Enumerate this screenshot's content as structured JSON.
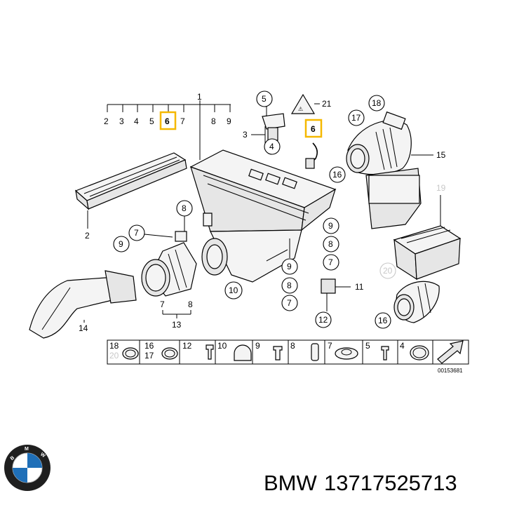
{
  "diagram": {
    "callouts": {
      "c1": "1",
      "c2": "2",
      "c3": "3",
      "c4": "4",
      "c5": "5",
      "c6": "6",
      "c7": "7",
      "c8": "8",
      "c9": "9",
      "c10": "10",
      "c11": "11",
      "c12": "12",
      "c13": "13",
      "c14": "14",
      "c15": "15",
      "c16": "16",
      "c17": "17",
      "c18": "18",
      "c19": "19",
      "c20": "20",
      "c21": "21"
    },
    "ruler_labels": [
      "2",
      "3",
      "4",
      "5",
      "6",
      "7",
      "8",
      "9"
    ],
    "legend_cells": [
      "18",
      "20",
      "16",
      "17",
      "12",
      "10",
      "9",
      "8",
      "7",
      "5",
      "4"
    ],
    "reference_code": "00153681"
  },
  "footer": {
    "brand": "BMW",
    "part_number": "13717525713"
  },
  "colors": {
    "highlight": "#f5b800",
    "grey_label": "#c8c8c8"
  }
}
